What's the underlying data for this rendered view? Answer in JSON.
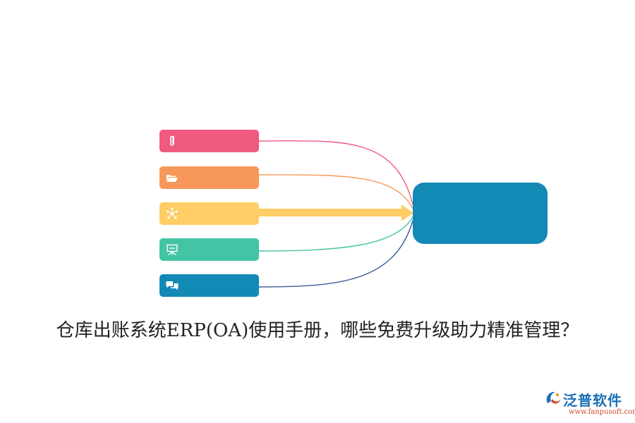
{
  "diagram": {
    "items": [
      {
        "id": "item-1",
        "icon": "paperclip-icon",
        "color": "#ef5a7e"
      },
      {
        "id": "item-2",
        "icon": "folder-open-icon",
        "color": "#f7985a"
      },
      {
        "id": "item-3",
        "icon": "network-icon",
        "color": "#fecd66"
      },
      {
        "id": "item-4",
        "icon": "presentation-board-icon",
        "color": "#43c4a4"
      },
      {
        "id": "item-5",
        "icon": "chat-bubbles-icon",
        "color": "#1389b5"
      }
    ],
    "hub": {
      "color": "#1389b5"
    },
    "caption": "仓库出账系统ERP(OA)使用手册，哪些免费升级助力精准管理？"
  },
  "watermark": {
    "brand": "泛普软件",
    "url": "www.fanpusoft.com",
    "logo_icon": "fanpu-logo-icon",
    "brand_color": "#1a6fb5",
    "url_color": "#d04b2b"
  }
}
